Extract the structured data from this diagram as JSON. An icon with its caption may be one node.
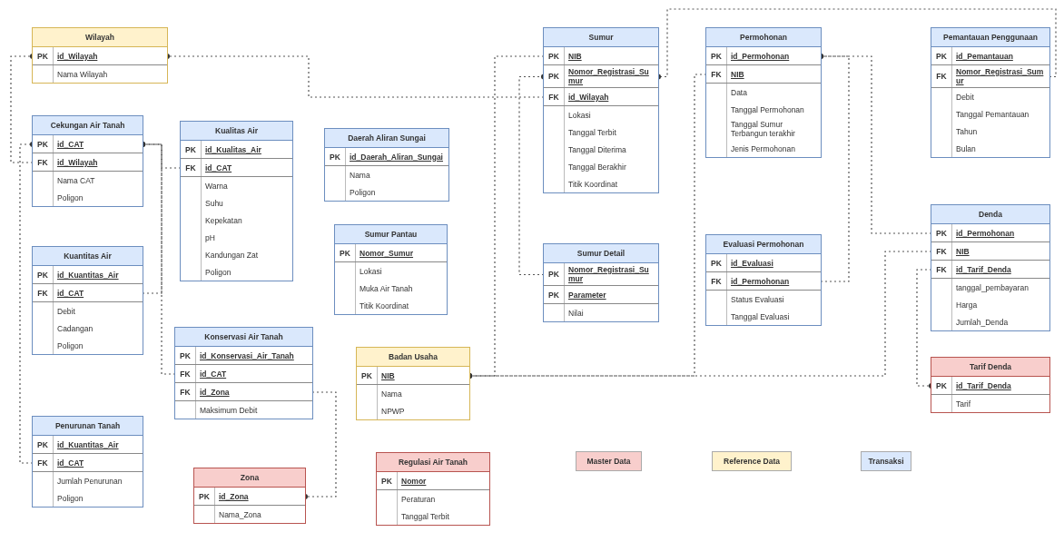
{
  "diagram": {
    "nodes": [
      {
        "text": [
          "Wilayah"
        ]
      },
      {
        "text": [
          "PK",
          "id_Wilayah"
        ],
        "in": 0
      },
      {
        "text": [
          "Nama Wilayah"
        ],
        "in": 0
      },
      {
        "text": [
          "Cekungan Air Tanah"
        ]
      },
      {
        "text": [
          "PK",
          "id_CAT"
        ],
        "in": 3
      },
      {
        "text": [
          "FK",
          "id_Wilayah"
        ],
        "in": 3
      },
      {
        "text": [
          "Nama CAT"
        ],
        "in": 3
      },
      {
        "text": [
          "Poligon"
        ],
        "in": 3
      },
      {
        "text": [
          "Kualitas Air"
        ]
      },
      {
        "text": [
          "PK",
          "id_Kualitas_Air"
        ],
        "in": 8
      },
      {
        "text": [
          "FK",
          "id_CAT"
        ],
        "in": 8
      },
      {
        "text": [
          "Warna"
        ],
        "in": 8
      },
      {
        "text": [
          "Suhu"
        ],
        "in": 8
      },
      {
        "text": [
          "Kepekatan"
        ],
        "in": 8
      },
      {
        "text": [
          "pH"
        ],
        "in": 8
      },
      {
        "text": [
          "Kandungan Zat"
        ],
        "in": 8
      },
      {
        "text": [
          "Poligon"
        ],
        "in": 8
      },
      {
        "text": [
          "Daerah Aliran Sungai"
        ]
      },
      {
        "text": [
          "PK",
          "id_Daerah_Aliran_Sungai"
        ],
        "in": 17
      },
      {
        "text": [
          "Nama"
        ],
        "in": 17
      },
      {
        "text": [
          "Poligon"
        ],
        "in": 17
      },
      {
        "text": [
          "Sumur"
        ]
      },
      {
        "text": [
          "PK",
          "NIB"
        ],
        "in": 21
      },
      {
        "text": [
          "PK",
          "Nomor_Registrasi_Sumur"
        ],
        "in": 21
      },
      {
        "text": [
          "FK",
          "id_Wilayah"
        ],
        "in": 21
      },
      {
        "text": [
          "Lokasi"
        ],
        "in": 21
      },
      {
        "text": [
          "Tanggal Terbit"
        ],
        "in": 21
      },
      {
        "text": [
          "Tanggal Diterima"
        ],
        "in": 21
      },
      {
        "text": [
          "Tanggal Berakhir"
        ],
        "in": 21
      },
      {
        "text": [
          "Titik Koordinat"
        ],
        "in": 21
      },
      {
        "text": [
          "Permohonan"
        ]
      },
      {
        "text": [
          "PK",
          "id_Permohonan"
        ],
        "in": 30
      },
      {
        "text": [
          "FK",
          "NIB"
        ],
        "in": 30
      },
      {
        "text": [
          "Data"
        ],
        "in": 30
      },
      {
        "text": [
          "Tanggal Permohonan"
        ],
        "in": 30
      },
      {
        "text": [
          "Tanggal Sumur Terbangun terakhir"
        ],
        "in": 30
      },
      {
        "text": [
          "Jenis Permohonan"
        ],
        "in": 30
      },
      {
        "text": [
          "Pemantauan Penggunaan"
        ]
      },
      {
        "text": [
          "PK",
          "id_Pemantauan"
        ],
        "in": 37
      },
      {
        "text": [
          "FK",
          "Nomor_Registrasi_Sumur"
        ],
        "in": 37
      },
      {
        "text": [
          "Debit"
        ],
        "in": 37
      },
      {
        "text": [
          "Tanggal Pemantauan"
        ],
        "in": 37
      },
      {
        "text": [
          "Tahun"
        ],
        "in": 37
      },
      {
        "text": [
          "Bulan"
        ],
        "in": 37
      },
      {
        "text": [
          "Kuantitas Air"
        ]
      },
      {
        "text": [
          "PK",
          "id_Kuantitas_Air"
        ],
        "in": 44
      },
      {
        "text": [
          "FK",
          "id_CAT"
        ],
        "in": 44
      },
      {
        "text": [
          "Debit"
        ],
        "in": 44
      },
      {
        "text": [
          "Cadangan"
        ],
        "in": 44
      },
      {
        "text": [
          "Poligon"
        ],
        "in": 44
      },
      {
        "text": [
          "Sumur Pantau"
        ]
      },
      {
        "text": [
          "PK",
          "Nomor_Sumur"
        ],
        "in": 50
      },
      {
        "text": [
          "Lokasi"
        ],
        "in": 50
      },
      {
        "text": [
          "Muka Air Tanah"
        ],
        "in": 50
      },
      {
        "text": [
          "Titik Koordinat"
        ],
        "in": 50
      },
      {
        "text": [
          "Sumur Detail"
        ]
      },
      {
        "text": [
          "PK",
          "Nomor_Registrasi_Sumur"
        ],
        "in": 55
      },
      {
        "text": [
          "PK",
          "Parameter"
        ],
        "in": 55
      },
      {
        "text": [
          "Nilai"
        ],
        "in": 55
      },
      {
        "text": [
          "Evaluasi Permohonan"
        ]
      },
      {
        "text": [
          "PK",
          "id_Evaluasi"
        ],
        "in": 59
      },
      {
        "text": [
          "FK",
          "id_Permohonan"
        ],
        "in": 59
      },
      {
        "text": [
          "Status Evaluasi"
        ],
        "in": 59
      },
      {
        "text": [
          "Tanggal Evaluasi"
        ],
        "in": 59
      },
      {
        "text": [
          "Denda"
        ]
      },
      {
        "text": [
          "PK",
          "id_Permohonan"
        ],
        "in": 64
      },
      {
        "text": [
          "FK",
          "NIB"
        ],
        "in": 64
      },
      {
        "text": [
          "FK",
          "id_Tarif_Denda"
        ],
        "in": 64
      },
      {
        "text": [
          "tanggal_pembayaran"
        ],
        "in": 64
      },
      {
        "text": [
          "Harga"
        ],
        "in": 64
      },
      {
        "text": [
          "Jumlah_Denda"
        ],
        "in": 64
      },
      {
        "text": [
          "Konservasi Air Tanah"
        ]
      },
      {
        "text": [
          "PK",
          "id_Konservasi_Air_Tanah"
        ],
        "in": 71
      },
      {
        "text": [
          "FK",
          "id_CAT"
        ],
        "in": 71
      },
      {
        "text": [
          "FK",
          "id_Zona"
        ],
        "in": 71
      },
      {
        "text": [
          "Maksimum Debit"
        ],
        "in": 71
      },
      {
        "text": [
          "Badan Usaha"
        ]
      },
      {
        "text": [
          "PK",
          "NIB"
        ],
        "in": 76
      },
      {
        "text": [
          "Nama"
        ],
        "in": 76
      },
      {
        "text": [
          "NPWP"
        ],
        "in": 76
      },
      {
        "text": [
          "Tarif Denda"
        ]
      },
      {
        "text": [
          "PK",
          "id_Tarif_Denda"
        ],
        "in": 80
      },
      {
        "text": [
          "Tarif"
        ],
        "in": 80
      },
      {
        "text": [
          "Penurunan Tanah"
        ]
      },
      {
        "text": [
          "PK",
          "id_Kuantitas_Air"
        ],
        "in": 83
      },
      {
        "text": [
          "FK",
          "id_CAT"
        ],
        "in": 83
      },
      {
        "text": [
          "Jumlah Penurunan"
        ],
        "in": 83
      },
      {
        "text": [
          "Poligon"
        ],
        "in": 83
      },
      {
        "text": [
          "Regulasi Air Tanah"
        ]
      },
      {
        "text": [
          "PK",
          "Nomor"
        ],
        "in": 88
      },
      {
        "text": [
          "Peraturan"
        ],
        "in": 88
      },
      {
        "text": [
          "Tanggal Terbit"
        ],
        "in": 88
      },
      {
        "text": [
          "Zona"
        ]
      },
      {
        "text": [
          "PK",
          "id_Zona"
        ],
        "in": 92
      },
      {
        "text": [
          "Nama_Zona"
        ],
        "in": 92
      }
    ],
    "edges": [
      {
        "from": 5,
        "to": 1,
        "arrow": "other"
      },
      {
        "from": 24,
        "to": 1,
        "arrow": "other"
      },
      {
        "from": 10,
        "to": 4,
        "arrow": "other"
      },
      {
        "from": 46,
        "to": 4,
        "arrow": "other"
      },
      {
        "from": 73,
        "to": 4,
        "arrow": "other"
      },
      {
        "from": 85,
        "to": 4,
        "arrow": "other"
      },
      {
        "from": 74,
        "to": 93,
        "arrow": "other"
      },
      {
        "from": 22,
        "to": 77,
        "arrow": "other"
      },
      {
        "from": 32,
        "to": 77,
        "arrow": "other"
      },
      {
        "from": 66,
        "to": 77,
        "arrow": "other"
      },
      {
        "from": 56,
        "to": 23,
        "arrow": "other"
      },
      {
        "from": 39,
        "to": 23,
        "arrow": "other"
      },
      {
        "from": 61,
        "to": 31,
        "arrow": "other"
      },
      {
        "from": 65,
        "to": 31,
        "arrow": "other"
      },
      {
        "from": 67,
        "to": 81,
        "arrow": "other"
      }
    ],
    "legend": [
      {
        "text": "Master Data",
        "color": "#f8cecc"
      },
      {
        "text": "Reference Data",
        "color": "#fff2cc"
      },
      {
        "text": "Transaksi",
        "color": "#dae8fc"
      }
    ]
  }
}
